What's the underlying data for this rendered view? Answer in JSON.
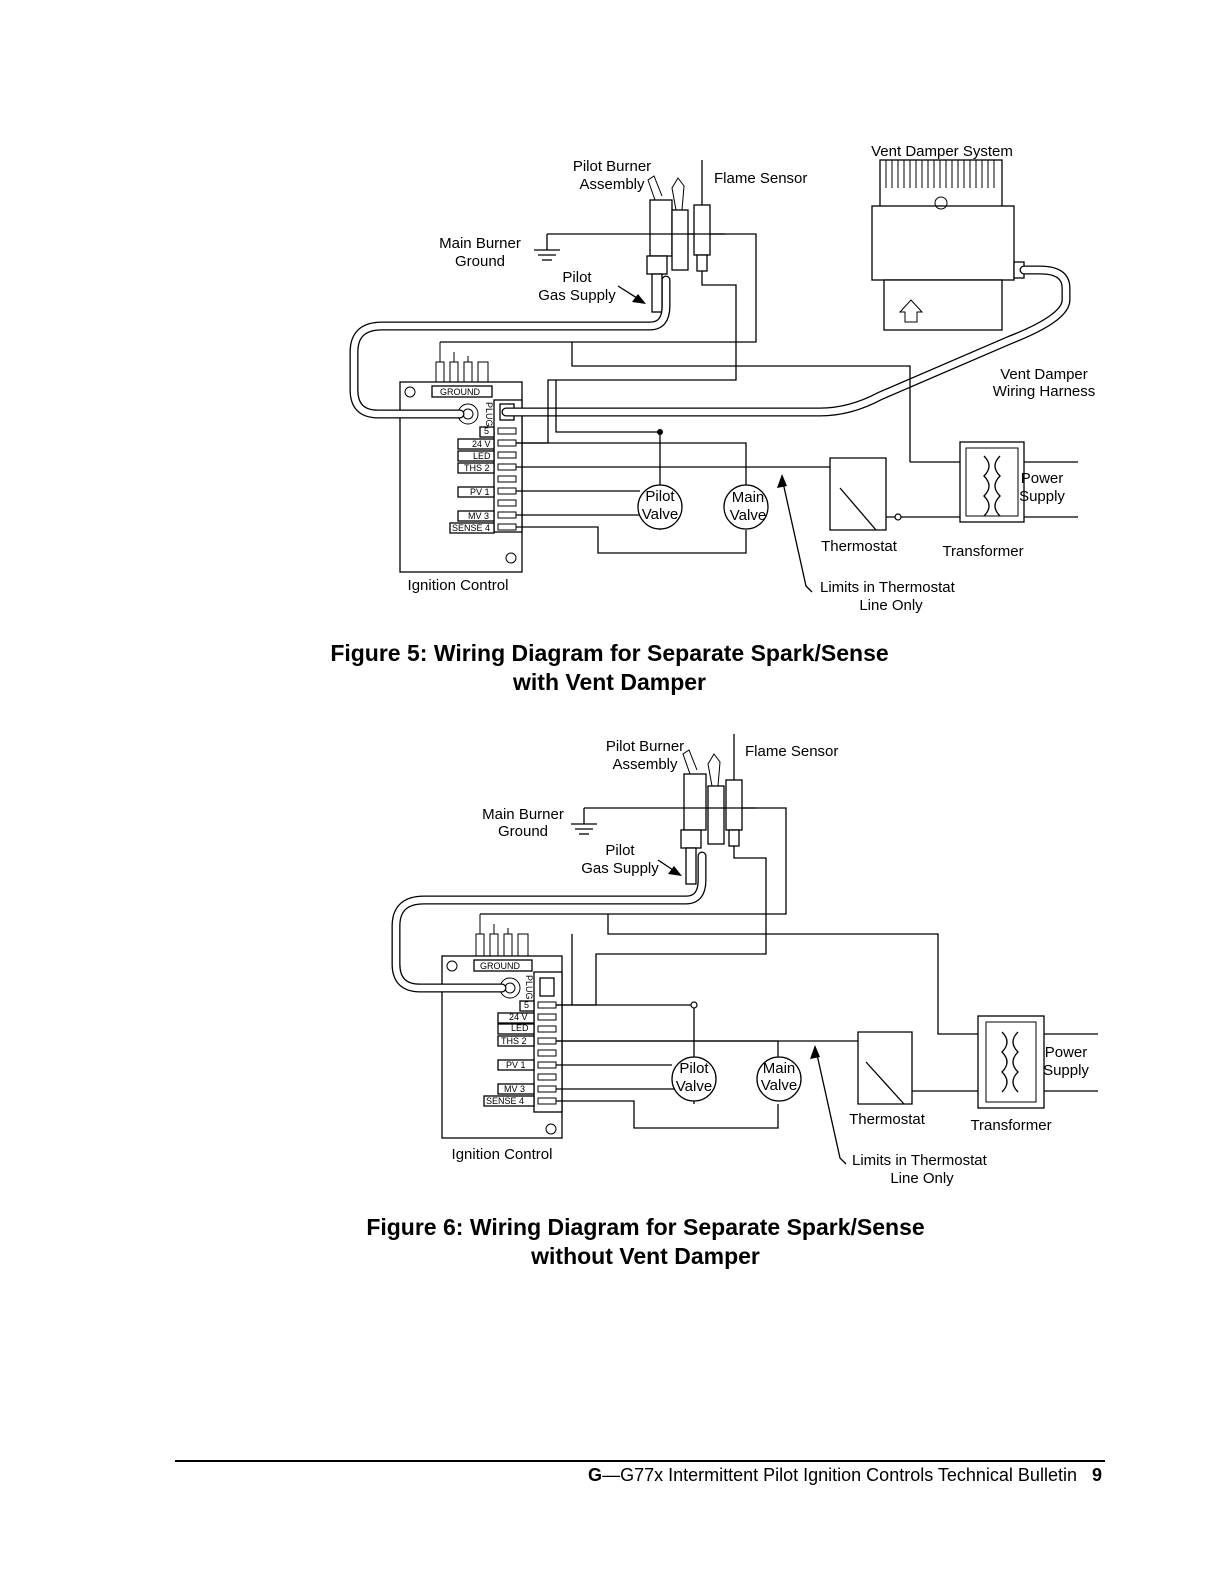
{
  "figure5": {
    "labels": {
      "pilot_burner_1": "Pilot Burner",
      "pilot_burner_2": "Assembly",
      "flame_sensor": "Flame Sensor",
      "vent_damper_system": "Vent Damper System",
      "main_burner_1": "Main Burner",
      "main_burner_2": "Ground",
      "pilot_gas_1": "Pilot",
      "pilot_gas_2": "Gas Supply",
      "vent_harness_1": "Vent Damper",
      "vent_harness_2": "Wiring Harness",
      "pilot_valve_1": "Pilot",
      "pilot_valve_2": "Valve",
      "main_valve_1": "Main",
      "main_valve_2": "Valve",
      "power_supply_1": "Power",
      "power_supply_2": "Supply",
      "thermostat": "Thermostat",
      "transformer": "Transformer",
      "ignition_control": "Ignition Control",
      "limits_1": "Limits in Thermostat",
      "limits_2": "Line Only"
    },
    "terminals": {
      "ground": "GROUND",
      "plug": "PLUG",
      "t5": "5",
      "t24v": "24 V",
      "led": "LED",
      "ths2": "THS 2",
      "pv1": "PV 1",
      "mv3": "MV 3",
      "sense4": "SENSE 4"
    },
    "caption_line1": "Figure 5: Wiring Diagram for Separate Spark/Sense",
    "caption_line2": "with Vent Damper"
  },
  "figure6": {
    "labels": {
      "pilot_burner_1": "Pilot Burner",
      "pilot_burner_2": "Assembly",
      "flame_sensor": "Flame Sensor",
      "main_burner_1": "Main Burner",
      "main_burner_2": "Ground",
      "pilot_gas_1": "Pilot",
      "pilot_gas_2": "Gas Supply",
      "pilot_valve_1": "Pilot",
      "pilot_valve_2": "Valve",
      "main_valve_1": "Main",
      "main_valve_2": "Valve",
      "power_supply_1": "Power",
      "power_supply_2": "Supply",
      "thermostat": "Thermostat",
      "transformer": "Transformer",
      "ignition_control": "Ignition Control",
      "limits_1": "Limits in Thermostat",
      "limits_2": "Line Only"
    },
    "terminals": {
      "ground": "GROUND",
      "plug": "PLUG",
      "t5": "5",
      "t24v": "24 V",
      "led": "LED",
      "ths2": "THS 2",
      "pv1": "PV 1",
      "mv3": "MV 3",
      "sense4": "SENSE 4"
    },
    "caption_line1": "Figure 6: Wiring Diagram for Separate Spark/Sense",
    "caption_line2": "without Vent Damper"
  },
  "footer": {
    "letter": "G",
    "dash": "—",
    "title": "G77x Intermittent Pilot Ignition Controls Technical Bulletin",
    "page": "9"
  }
}
